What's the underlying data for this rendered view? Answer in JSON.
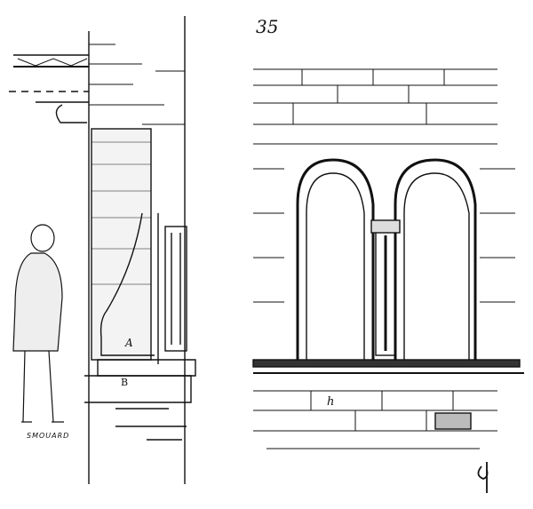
{
  "figure": {
    "number": "35",
    "labels": {
      "a": "A",
      "b": "B",
      "h": "h"
    },
    "signature": "SMOUARD",
    "ink_color": "#111111",
    "paper_color": "#ffffff"
  }
}
